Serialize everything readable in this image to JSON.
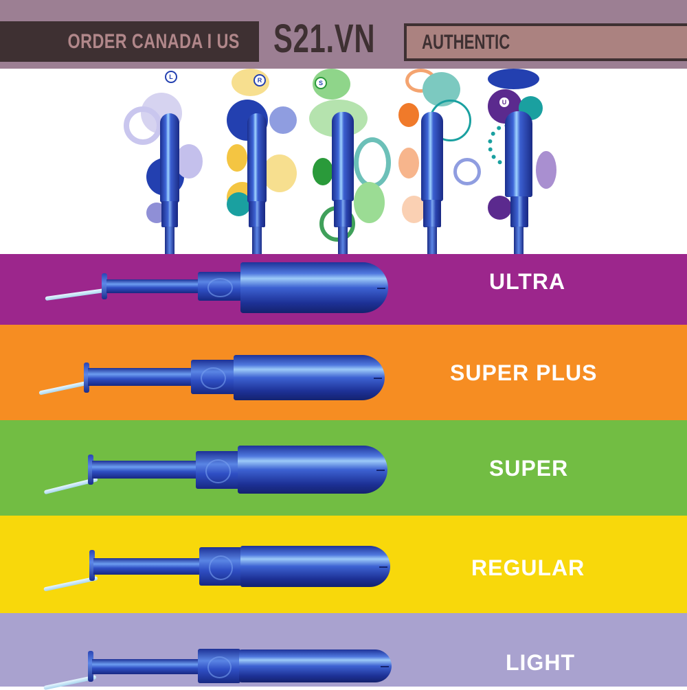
{
  "header": {
    "order_text": "ORDER CANADA I US",
    "brand": "S21.VN",
    "authentic_text": "AUTHENTIC",
    "colors": {
      "background": "#9c7f93",
      "dark_bar": "#3e3032",
      "order_text": "#b1878a",
      "authentic_box": "#ab8280"
    }
  },
  "gallery": {
    "items": [
      {
        "letter": "L",
        "accent": "#8f8fd6",
        "accent2": "#2340b0"
      },
      {
        "letter": "R",
        "accent": "#f4c542",
        "accent2": "#1aa0a0"
      },
      {
        "letter": "S",
        "accent": "#7fcf78",
        "accent2": "#1aa0a0"
      },
      {
        "letter": "",
        "accent": "#f07a2a",
        "accent2": "#1aa0a0"
      },
      {
        "letter": "U",
        "accent": "#5b2a8e",
        "accent2": "#1aa0a0"
      }
    ]
  },
  "sizes": [
    {
      "label": "ULTRA",
      "color": "#9c268c"
    },
    {
      "label": "SUPER PLUS",
      "color": "#f68d22"
    },
    {
      "label": "SUPER",
      "color": "#72bd43"
    },
    {
      "label": "REGULAR",
      "color": "#f8d80b"
    },
    {
      "label": "LIGHT",
      "color": "#a9a2cf"
    }
  ]
}
